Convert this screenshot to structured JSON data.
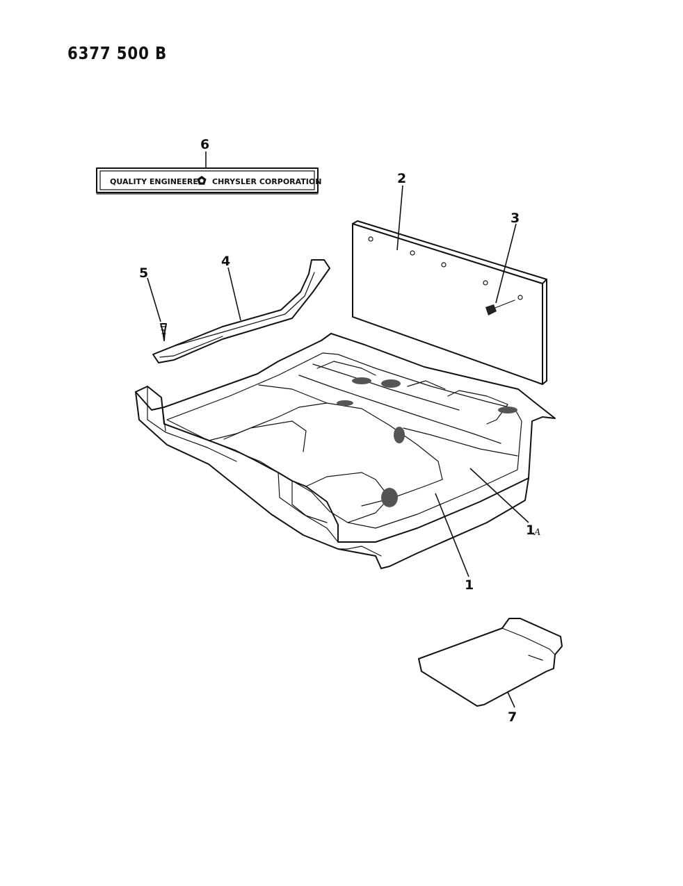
{
  "document": {
    "code": "6377 500 B"
  },
  "nameplate": {
    "text_left": "QUALITY ENGINEERED",
    "text_right": "CHRYSLER CORPORATION"
  },
  "callouts": {
    "c1": "1",
    "c1a_num": "1",
    "c1a_sub": "A",
    "c2": "2",
    "c3": "3",
    "c4": "4",
    "c5": "5",
    "c6": "6",
    "c7": "7"
  }
}
